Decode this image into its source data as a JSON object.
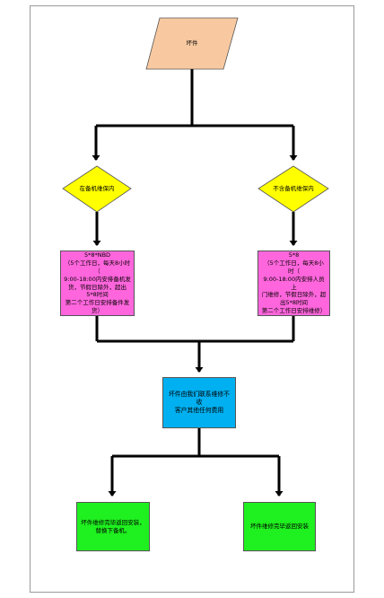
{
  "diagram": {
    "start": {
      "label": "坏件",
      "color": "#f8c9a0"
    },
    "decision_left": {
      "label": "在备机维保内",
      "color": "#ffff00"
    },
    "decision_right": {
      "label": "不含备机维保内",
      "color": "#ffff00"
    },
    "process_left": {
      "title": "5*8*NBD",
      "lines": [
        "（5个工作日，每天8小时（",
        "9:00-18:00内安排备机发",
        "货，节假日除外，超出",
        "5*8时间",
        "第二个工作日安排备件发",
        "货）"
      ],
      "color": "#ff66dd"
    },
    "process_right": {
      "title": "5*8",
      "lines": [
        "（5个工作日，每天8小时（",
        "9:00-18:00内安排人员上",
        "门维修，节假日除外，超",
        "出5*8时间",
        "第二个工作日安排维修）"
      ],
      "color": "#ff66dd"
    },
    "merge": {
      "label_line1": "坏件由我们联系维修不收",
      "label_line2": "客户其他任何费用",
      "color": "#00b0f0"
    },
    "end_left": {
      "label_line1": "坏件维修完毕返回安装，",
      "label_line2": "替换下备机。",
      "color": "#1ff01f"
    },
    "end_right": {
      "label": "坏件维修完毕返回安装",
      "color": "#1ff01f"
    }
  }
}
